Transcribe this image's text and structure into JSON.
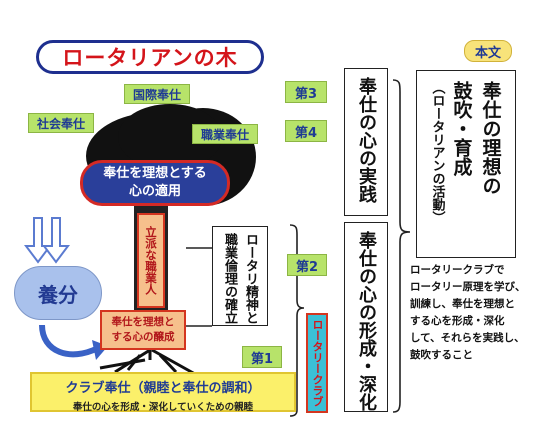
{
  "title": "ロータリアンの木",
  "branches": {
    "international": "国際奉仕",
    "community": "社会奉仕",
    "vocational": "職業奉仕"
  },
  "crown": {
    "line1": "奉仕を理想とする",
    "line2": "心の適用"
  },
  "trunk": "立派な職業人",
  "nutrient": "養分",
  "root_box": {
    "line1": "奉仕を理想と",
    "line2": "する心の醸成"
  },
  "club": {
    "main": "クラブ奉仕（親睦と奉仕の調和）",
    "sub": "奉仕の心を形成・深化していくための親睦"
  },
  "labels": {
    "dai3": "第3",
    "dai4": "第4",
    "dai2": "第2",
    "dai1": "第1"
  },
  "middle_box": "ロータリ精神と職業倫理の確立",
  "rotary_club": "ロータリークラブ",
  "practice": "奉仕の心の実践",
  "formation": "奉仕の心の形成・深化",
  "honbun_badge": "本文",
  "main_text": {
    "line1": "奉仕の理想の",
    "line2": "鼓吹・育成",
    "line3": "（ロータリアンの活動）"
  },
  "description": [
    "ロータリークラブで",
    "ロータリー原理を学び、",
    "訓練し、奉仕を理想と",
    "する心を形成・深化",
    "して、それらを実践し、",
    "鼓吹すること"
  ],
  "colors": {
    "title_text": "#d4141a",
    "title_border": "#1e2f8f",
    "badge_green": "#b7e36a",
    "crown_blue": "#2a3f9a",
    "orange_box": "#f6c08c",
    "nutrient_blue": "#a9c1ec",
    "club_yellow": "#fbf06a",
    "cyan": "#3bc0d6"
  }
}
